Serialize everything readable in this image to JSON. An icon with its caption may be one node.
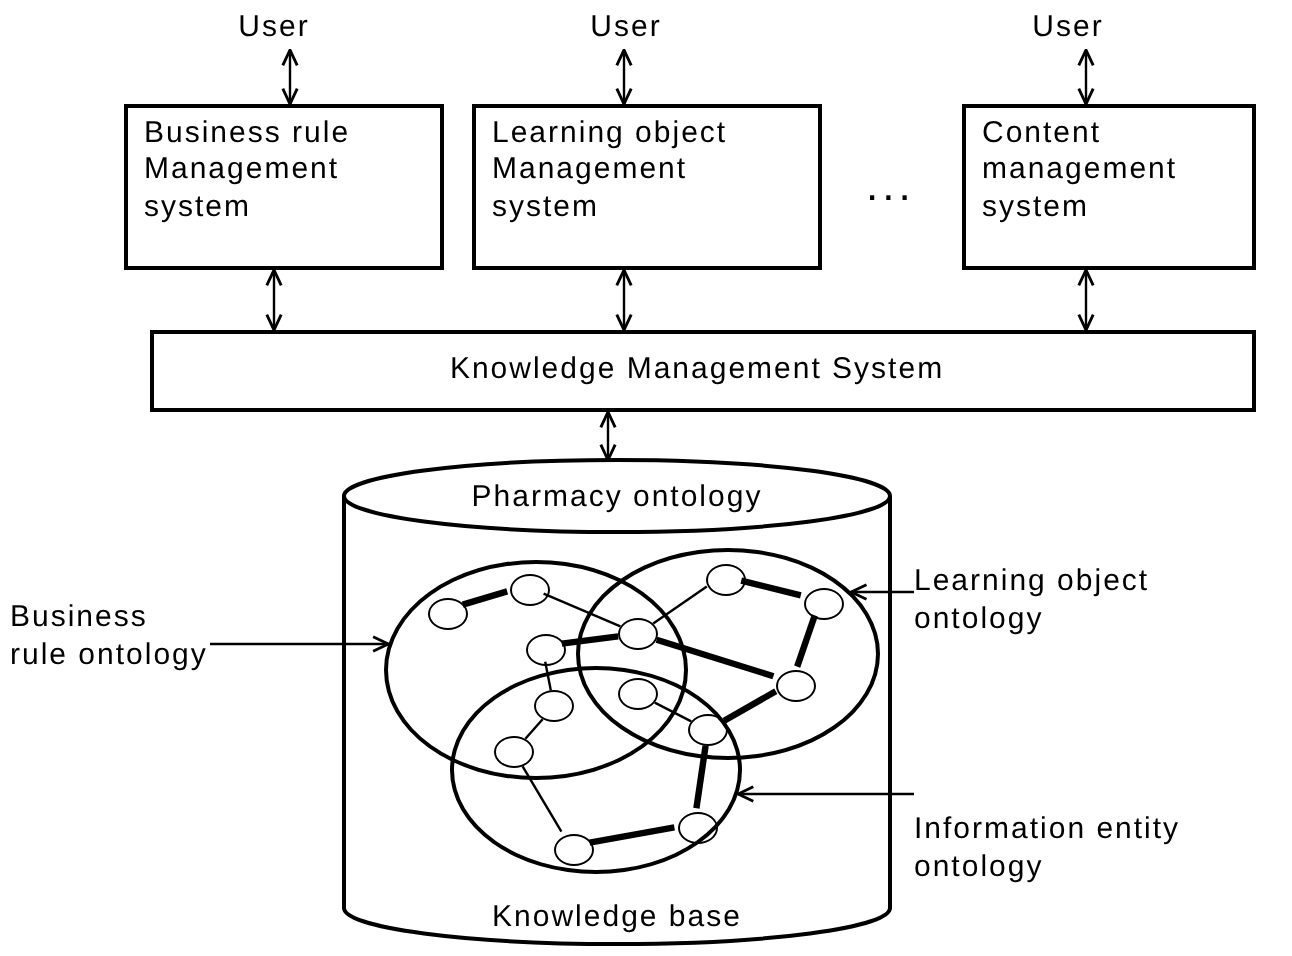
{
  "diagram": {
    "nodes": [
      {
        "text": [
          "User"
        ]
      },
      {
        "text": [
          "User"
        ]
      },
      {
        "text": [
          "User"
        ]
      },
      {
        "text": [
          "Business rule Management system"
        ]
      },
      {
        "text": [
          "Learning object Management system"
        ]
      },
      {
        "text": [
          "Content management system"
        ]
      },
      {
        "text": [
          "Knowledge Management System"
        ]
      },
      {
        "text": [
          "Pharmacy ontology",
          "Knowledge base"
        ]
      },
      {
        "text": [
          "Business rule ontology"
        ]
      },
      {
        "text": [
          "Learning object ontology"
        ]
      },
      {
        "text": [
          "Information entity ontology"
        ]
      },
      {
        "text": [],
        "shape": "circle",
        "in": 7
      },
      {
        "text": [],
        "shape": "circle",
        "in": 7
      },
      {
        "text": [],
        "shape": "circle",
        "in": 7
      },
      {
        "text": [],
        "shape": "circle",
        "in": 11
      },
      {
        "text": [],
        "shape": "circle",
        "in": 11
      },
      {
        "text": [],
        "shape": "circle",
        "in": 11
      },
      {
        "text": [],
        "shape": "circle"
      },
      {
        "text": [],
        "shape": "circle",
        "in": 12
      },
      {
        "text": [],
        "shape": "circle",
        "in": 12
      },
      {
        "text": [],
        "shape": "circle",
        "in": 12
      },
      {
        "text": [],
        "shape": "circle"
      },
      {
        "text": [],
        "shape": "circle"
      },
      {
        "text": [],
        "shape": "circle"
      },
      {
        "text": [],
        "shape": "circle"
      },
      {
        "text": [],
        "shape": "circle",
        "in": 13
      },
      {
        "text": [],
        "shape": "circle",
        "in": 13
      }
    ],
    "edges": [
      {
        "from": 0,
        "to": 3,
        "arrow": "both"
      },
      {
        "from": 1,
        "to": 4,
        "arrow": "both"
      },
      {
        "from": 2,
        "to": 5,
        "arrow": "both"
      },
      {
        "from": 3,
        "to": 6,
        "arrow": "both"
      },
      {
        "from": 4,
        "to": 6,
        "arrow": "both"
      },
      {
        "from": 5,
        "to": 6,
        "arrow": "both"
      },
      {
        "from": 6,
        "to": 7,
        "arrow": "both"
      },
      {
        "from": 8,
        "to": 11,
        "arrow": "to"
      },
      {
        "from": 9,
        "to": 12,
        "arrow": "to"
      },
      {
        "from": 10,
        "to": 13,
        "arrow": "to"
      },
      {
        "from": 14,
        "to": 15,
        "arrow": "none",
        "style": "thick"
      },
      {
        "from": 15,
        "to": 17,
        "arrow": "none"
      },
      {
        "from": 16,
        "to": 17,
        "arrow": "none",
        "style": "thick"
      },
      {
        "from": 17,
        "to": 18,
        "arrow": "none"
      },
      {
        "from": 18,
        "to": 19,
        "arrow": "none",
        "style": "thick"
      },
      {
        "from": 19,
        "to": 20,
        "arrow": "none",
        "style": "thick"
      },
      {
        "from": 17,
        "to": 20,
        "arrow": "none",
        "style": "thick"
      },
      {
        "from": 20,
        "to": 23,
        "arrow": "none",
        "style": "thick"
      },
      {
        "from": 21,
        "to": 23,
        "arrow": "none"
      },
      {
        "from": 23,
        "to": 25,
        "arrow": "none",
        "style": "thick"
      },
      {
        "from": 25,
        "to": 26,
        "arrow": "none",
        "style": "thick"
      },
      {
        "from": 26,
        "to": 24,
        "arrow": "none"
      },
      {
        "from": 24,
        "to": 22,
        "arrow": "none"
      },
      {
        "from": 22,
        "to": 16,
        "arrow": "none"
      }
    ],
    "labels": [
      "..."
    ]
  }
}
